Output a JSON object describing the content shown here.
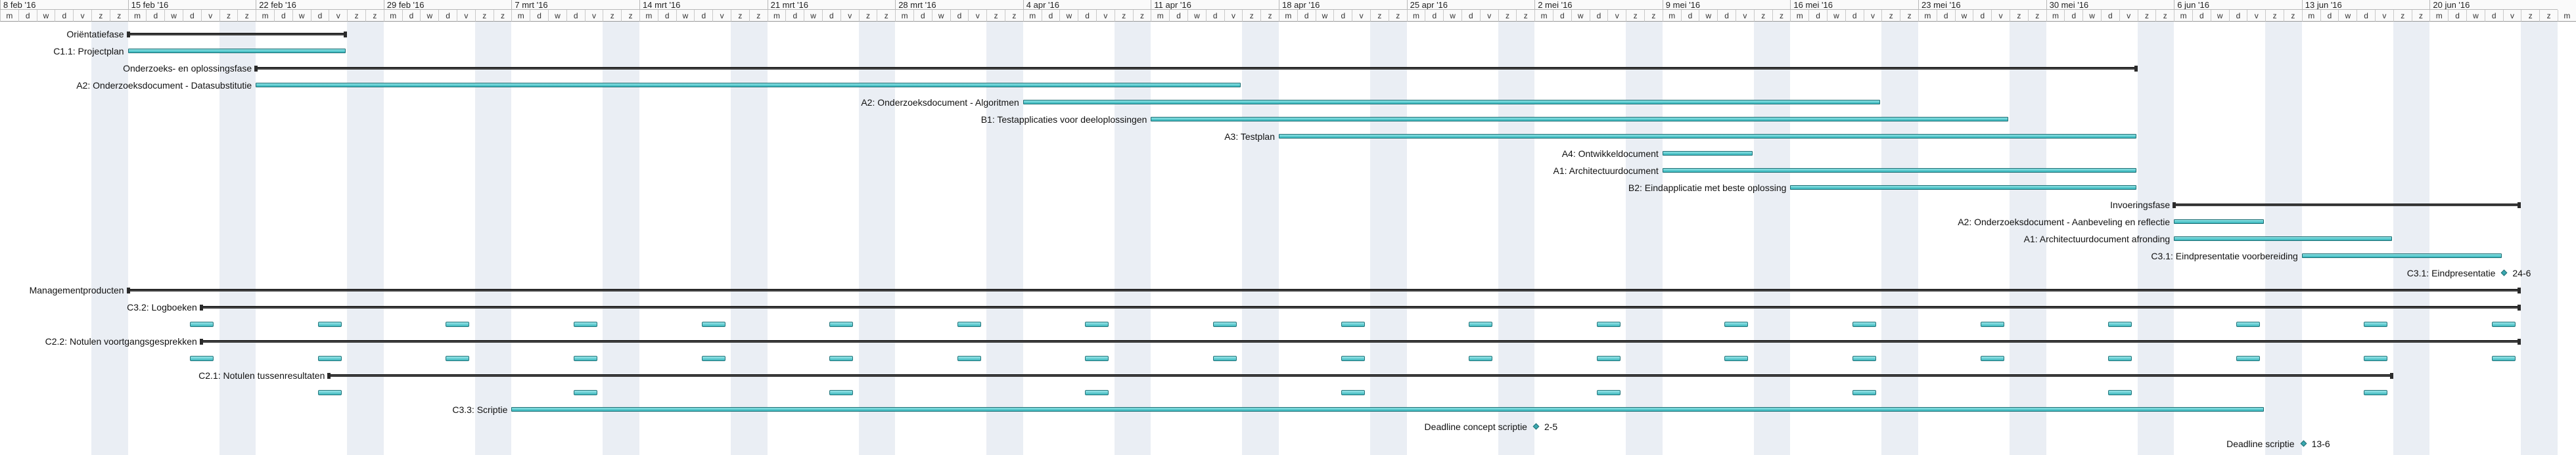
{
  "colors": {
    "weekend": "#eaeef4",
    "task_bar": "#33b4ba",
    "summary_bar": "#3d3d3d"
  },
  "timeline": {
    "start_date": "2016-02-08",
    "day_letters": [
      "m",
      "d",
      "w",
      "d",
      "v",
      "z",
      "z"
    ],
    "weeks": [
      "8 feb '16",
      "15 feb '16",
      "22 feb '16",
      "29 feb '16",
      "7 mrt '16",
      "14 mrt '16",
      "21 mrt '16",
      "28 mrt '16",
      "4 apr '16",
      "11 apr '16",
      "18 apr '16",
      "25 apr '16",
      "2 mei '16",
      "9 mei '16",
      "16 mei '16",
      "23 mei '16",
      "30 mei '16",
      "6 jun '16",
      "13 jun '16",
      "20 jun '16"
    ]
  },
  "tasks": [
    {
      "id": "orientatiefase",
      "label": "Oriëntatiefase",
      "type": "summary",
      "start": "2016-02-15",
      "end": "2016-02-26"
    },
    {
      "id": "projectplan",
      "label": "C1.1: Projectplan",
      "type": "task",
      "start": "2016-02-15",
      "end": "2016-02-26"
    },
    {
      "id": "onderzoeksfase",
      "label": "Onderzoeks- en oplossingsfase",
      "type": "summary",
      "start": "2016-02-22",
      "end": "2016-06-03"
    },
    {
      "id": "a2-datasubstitutie",
      "label": "A2: Onderzoeksdocument - Datasubstitutie",
      "type": "task",
      "start": "2016-02-22",
      "end": "2016-04-15"
    },
    {
      "id": "a2-algoritmen",
      "label": "A2: Onderzoeksdocument - Algoritmen",
      "type": "task",
      "start": "2016-04-04",
      "end": "2016-05-20"
    },
    {
      "id": "b1-testapplicaties",
      "label": "B1: Testapplicaties voor deeloplossingen",
      "type": "task",
      "start": "2016-04-11",
      "end": "2016-05-27"
    },
    {
      "id": "a3-testplan",
      "label": "A3: Testplan",
      "type": "task",
      "start": "2016-04-18",
      "end": "2016-06-03"
    },
    {
      "id": "a4-ontwikkeldocument",
      "label": "A4: Ontwikkeldocument",
      "type": "task",
      "start": "2016-05-09",
      "end": "2016-05-13"
    },
    {
      "id": "a1-architectuurdocument",
      "label": "A1: Architectuurdocument",
      "type": "task",
      "start": "2016-05-09",
      "end": "2016-06-03"
    },
    {
      "id": "b2-eindapplicatie",
      "label": "B2: Eindapplicatie met beste oplossing",
      "type": "task",
      "start": "2016-05-16",
      "end": "2016-06-03"
    },
    {
      "id": "invoeringsfase",
      "label": "Invoeringsfase",
      "type": "summary",
      "start": "2016-06-06",
      "end": "2016-06-24"
    },
    {
      "id": "a2-aanbeveling",
      "label": "A2: Onderzoeksdocument - Aanbeveling en reflectie",
      "type": "task",
      "start": "2016-06-06",
      "end": "2016-06-10"
    },
    {
      "id": "a1-afronding",
      "label": "A1: Architectuurdocument afronding",
      "type": "task",
      "start": "2016-06-06",
      "end": "2016-06-17"
    },
    {
      "id": "c3-1-voorbereiding",
      "label": "C3.1: Eindpresentatie voorbereiding",
      "type": "task",
      "start": "2016-06-13",
      "end": "2016-06-23"
    },
    {
      "id": "c3-1-eindpresentatie",
      "label": "C3.1: Eindpresentatie",
      "type": "milestone",
      "date": "2016-06-24",
      "after": "24-6"
    },
    {
      "id": "managementproducten",
      "label": "Managementproducten",
      "type": "summary",
      "start": "2016-02-15",
      "end": "2016-06-24"
    },
    {
      "id": "c3-2-logboeken",
      "label": "C3.2: Logboeken",
      "type": "summary",
      "start": "2016-02-19",
      "end": "2016-06-24"
    },
    {
      "id": "c3-2-logboeken-occurrences",
      "label": "",
      "type": "recurring",
      "start": "2016-02-19",
      "every_days": 7,
      "count": 19
    },
    {
      "id": "c2-2-notulen-voortgang",
      "label": "C2.2: Notulen voortgangsgesprekken",
      "type": "summary",
      "start": "2016-02-19",
      "end": "2016-06-24"
    },
    {
      "id": "c2-2-occurrences",
      "label": "",
      "type": "recurring",
      "start": "2016-02-19",
      "every_days": 7,
      "count": 19
    },
    {
      "id": "c2-1-notulen-tussenresultaten",
      "label": "C2.1: Notulen tussenresultaten",
      "type": "summary",
      "start": "2016-02-26",
      "end": "2016-06-17"
    },
    {
      "id": "c2-1-occurrences",
      "label": "",
      "type": "recurring",
      "start": "2016-02-26",
      "every_days": 14,
      "count": 9
    },
    {
      "id": "c3-3-scriptie",
      "label": "C3.3: Scriptie",
      "type": "task",
      "start": "2016-03-07",
      "end": "2016-06-10"
    },
    {
      "id": "deadline-concept",
      "label": "Deadline concept scriptie",
      "type": "milestone",
      "date": "2016-05-02",
      "after": "2-5"
    },
    {
      "id": "deadline-scriptie",
      "label": "Deadline scriptie",
      "type": "milestone",
      "date": "2016-06-13",
      "after": "13-6"
    }
  ]
}
